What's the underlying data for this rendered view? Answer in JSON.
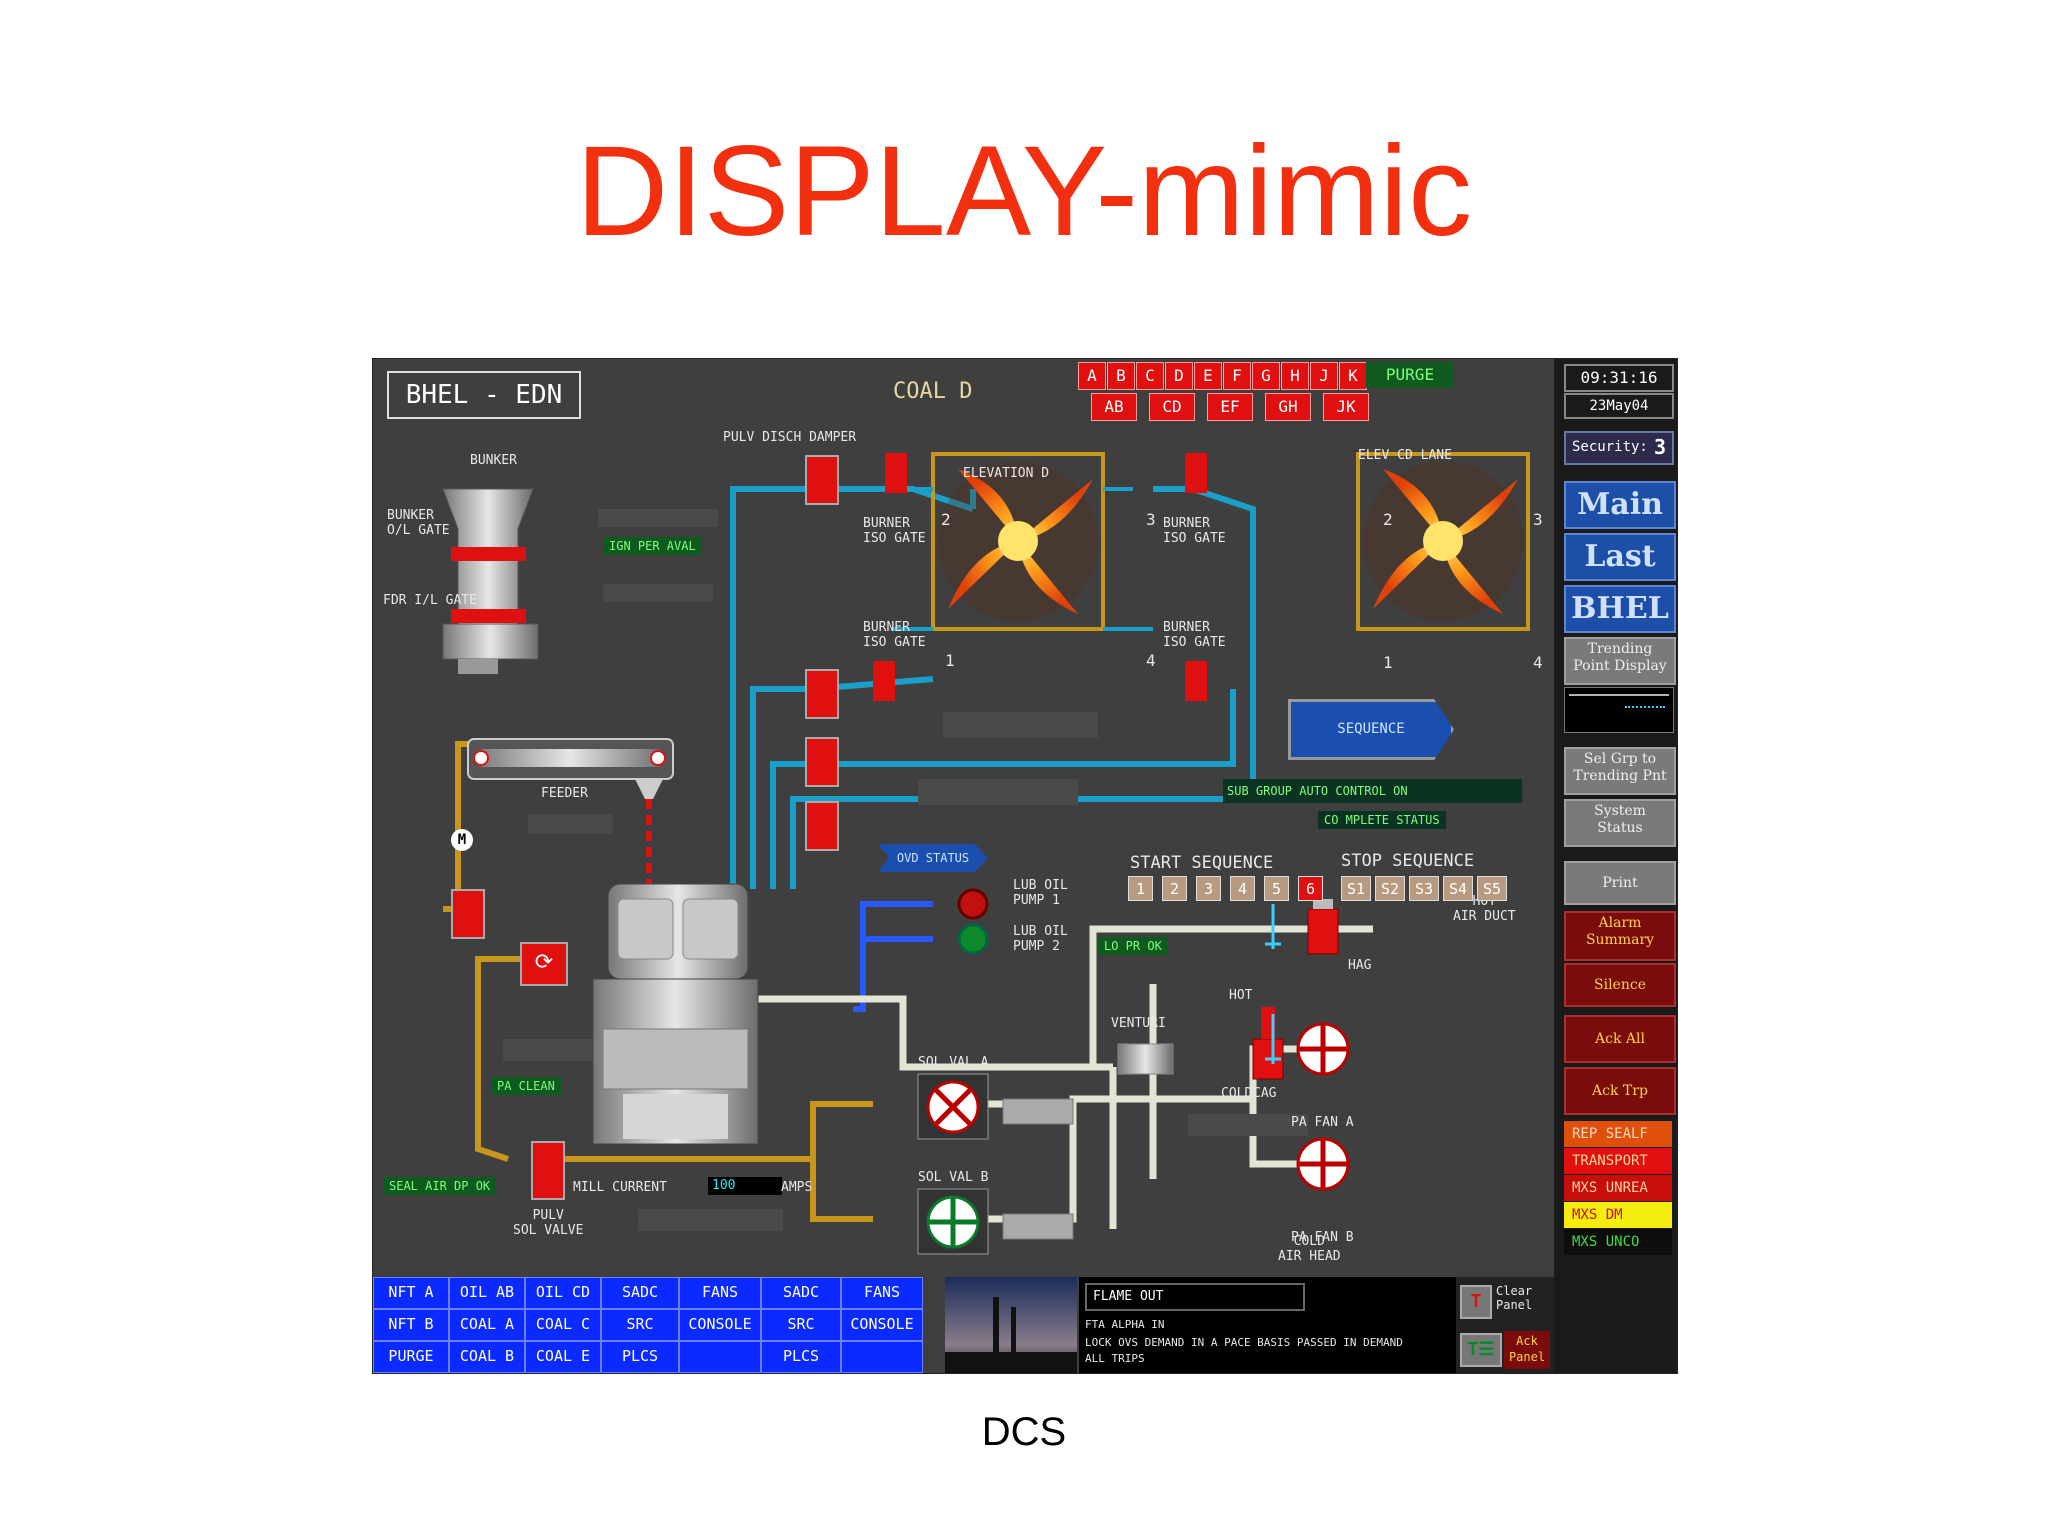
{
  "slide": {
    "title": "DISPLAY-mimic",
    "caption": "DCS"
  },
  "header": {
    "brand": "BHEL - EDN",
    "coal_label": "COAL  D",
    "codes_top": [
      "A",
      "B",
      "C",
      "D",
      "E",
      "F",
      "G",
      "H",
      "J",
      "K"
    ],
    "purge": "PURGE",
    "codes_pairs": [
      "AB",
      "CD",
      "EF",
      "GH",
      "JK"
    ]
  },
  "labels": {
    "bunker": "BUNKER",
    "bunker_outlet_gate": "BUNKER\nO/L GATE",
    "feeder_inlet_gate": "FDR I/L GATE",
    "ign_per_aval": "IGN PER AVAL",
    "feeder": "FEEDER",
    "pulv_disch_damper": "PULV DISCH DAMPER",
    "burner_iso_gate_top": "BURNER\nISO GATE",
    "burner_iso_gate_left": "BURNER\nISO GATE",
    "burner_iso_gate_right_top": "BURNER\nISO GATE",
    "burner_iso_gate_right_bottom": "BURNER\nISO GATE",
    "elevation_left": "ELEVATION D",
    "elevation_right": "ELEV CD LANE",
    "corner_2": "2",
    "corner_3": "3",
    "corner_1": "1",
    "corner_4": "4",
    "r_corner_2": "2",
    "r_corner_3": "3",
    "r_corner_1": "1",
    "r_corner_4": "4",
    "lube_oil_pump1": "LUB OIL\nPUMP 1",
    "lube_oil_pump2": "LUB OIL\nPUMP 2",
    "lo_ok": "LO PR OK",
    "venturi": "VENTURI",
    "pri_air_clean": "PA CLEAN",
    "seal_air_dp_ok": "SEAL AIR DP OK",
    "mill_current": "MILL CURRENT",
    "mill_current_value": "100",
    "amps": "AMPS",
    "pulv_sol_valve": "PULV\nSOL VALVE",
    "sol_valve_a": "SOL VAL A",
    "sol_valve_b": "SOL VAL B",
    "cold_air_label": "COLD\nAIR HEAD",
    "pa_fan_a": "PA FAN A",
    "pa_fan_b": "PA FAN B",
    "hot_air_duct": "HOT\nAIR DUCT",
    "hag": "HAG",
    "cag": "CAG",
    "cold": "COLD",
    "hot": "HOT",
    "start_sequence": "START SEQUENCE",
    "stop_sequence": "STOP SEQUENCE",
    "start_steps": [
      "1",
      "2",
      "3",
      "4",
      "5",
      "6"
    ],
    "stop_steps": [
      "S1",
      "S2",
      "S3",
      "S4",
      "S5"
    ],
    "sequence_btn": "SEQUENCE",
    "ovd_status": "OVD STATUS",
    "sub_group_status": "SUB GROUP AUTO CONTROL ON",
    "complete_status": "CO MPLETE STATUS"
  },
  "right_panel": {
    "time": "09:31:16",
    "date": "23May04",
    "security_label": "Security:",
    "security_value": "3",
    "main": "Main",
    "last": "Last",
    "bhel": "BHEL",
    "trending": "Trending\nPoint Display",
    "sel_grp": "Sel Grp to\nTrending Pnt",
    "system_status": "System\nStatus",
    "print": "Print",
    "alarm_summary": "Alarm\nSummary",
    "silence": "Silence",
    "ack_all": "Ack All",
    "ack_trip": "Ack Trp",
    "alarms": [
      {
        "text": "REP SEALF",
        "bg": "#e0500b",
        "fg": "#ffd7c2"
      },
      {
        "text": "TRANSPORT",
        "bg": "#e01010",
        "fg": "#ffd2a0"
      },
      {
        "text": "MXS UNREA",
        "bg": "#c80d0d",
        "fg": "#ffd2a0"
      },
      {
        "text": "MXS   DM",
        "bg": "#f5ec10",
        "fg": "#d01010"
      },
      {
        "text": "MXS  UNCO",
        "bg": "#0d0d0d",
        "fg": "#3ddf3d"
      }
    ]
  },
  "bottom_nav": {
    "rows": [
      [
        "NFT A",
        "OIL AB",
        "OIL CD",
        "SADC",
        "FANS",
        "SADC",
        "FANS"
      ],
      [
        "NFT B",
        "COAL A",
        "COAL C",
        "SRC",
        "CONSOLE",
        "SRC",
        "CONSOLE"
      ],
      [
        "PURGE",
        "COAL B",
        "COAL E",
        "PLCS",
        "",
        "PLCS",
        ""
      ]
    ],
    "msg_title": "FLAME OUT",
    "msg_line1": "FTA ALPHA IN",
    "msg_line2": "LOCK OVS DEMAND IN A PACE BASIS PASSED IN DEMAND",
    "msg_line3": "ALL TRIPS",
    "clear_panel": "Clear\nPanel",
    "ack_panel": "Ack\nPanel"
  },
  "colors": {
    "title": "#f2300f",
    "pipe_blue": "#1a9fc8",
    "pipe_gold": "#c8961a",
    "pipe_white": "#e4e4d4",
    "code_red": "#e01010",
    "nav_blue": "#0a2aff"
  }
}
